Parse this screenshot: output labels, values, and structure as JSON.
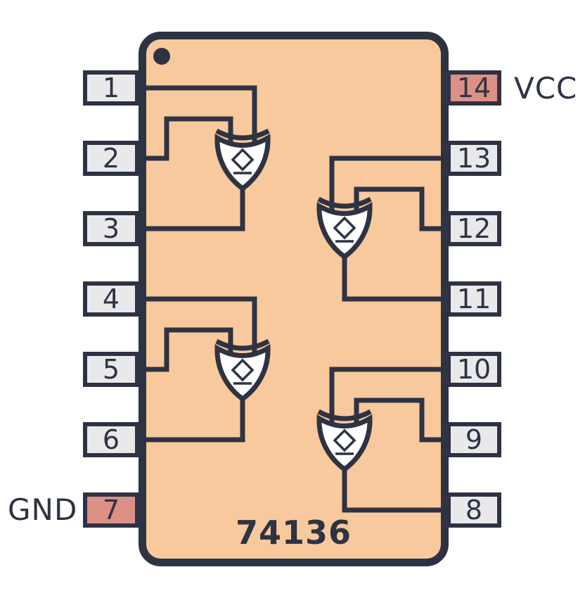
{
  "chip": {
    "name": "74136",
    "package": "DIP-14",
    "vcc_label": "VCC",
    "gnd_label": "GND"
  },
  "colors": {
    "outline": "#2e3343",
    "body_fill": "#f8c99c",
    "pin_fill": "#e9e9ec",
    "power_pin_fill": "#dd9086",
    "gate_fill": "#ffffff",
    "background": "#ffffff"
  },
  "pins": {
    "left": [
      {
        "number": "1",
        "power": false
      },
      {
        "number": "2",
        "power": false
      },
      {
        "number": "3",
        "power": false
      },
      {
        "number": "4",
        "power": false
      },
      {
        "number": "5",
        "power": false
      },
      {
        "number": "6",
        "power": false
      },
      {
        "number": "7",
        "power": true,
        "label": "GND"
      }
    ],
    "right": [
      {
        "number": "14",
        "power": true,
        "label": "VCC"
      },
      {
        "number": "13",
        "power": false
      },
      {
        "number": "12",
        "power": false
      },
      {
        "number": "11",
        "power": false
      },
      {
        "number": "10",
        "power": false
      },
      {
        "number": "9",
        "power": false
      },
      {
        "number": "8",
        "power": false
      }
    ]
  },
  "gates": [
    {
      "name": "gate-a",
      "symbol": "xor-open-collector",
      "inputs": [
        "1",
        "2"
      ],
      "output": "3"
    },
    {
      "name": "gate-b",
      "symbol": "xor-open-collector",
      "inputs": [
        "13",
        "12"
      ],
      "output": "11"
    },
    {
      "name": "gate-c",
      "symbol": "xor-open-collector",
      "inputs": [
        "4",
        "5"
      ],
      "output": "6"
    },
    {
      "name": "gate-d",
      "symbol": "xor-open-collector",
      "inputs": [
        "10",
        "9"
      ],
      "output": "8"
    }
  ]
}
